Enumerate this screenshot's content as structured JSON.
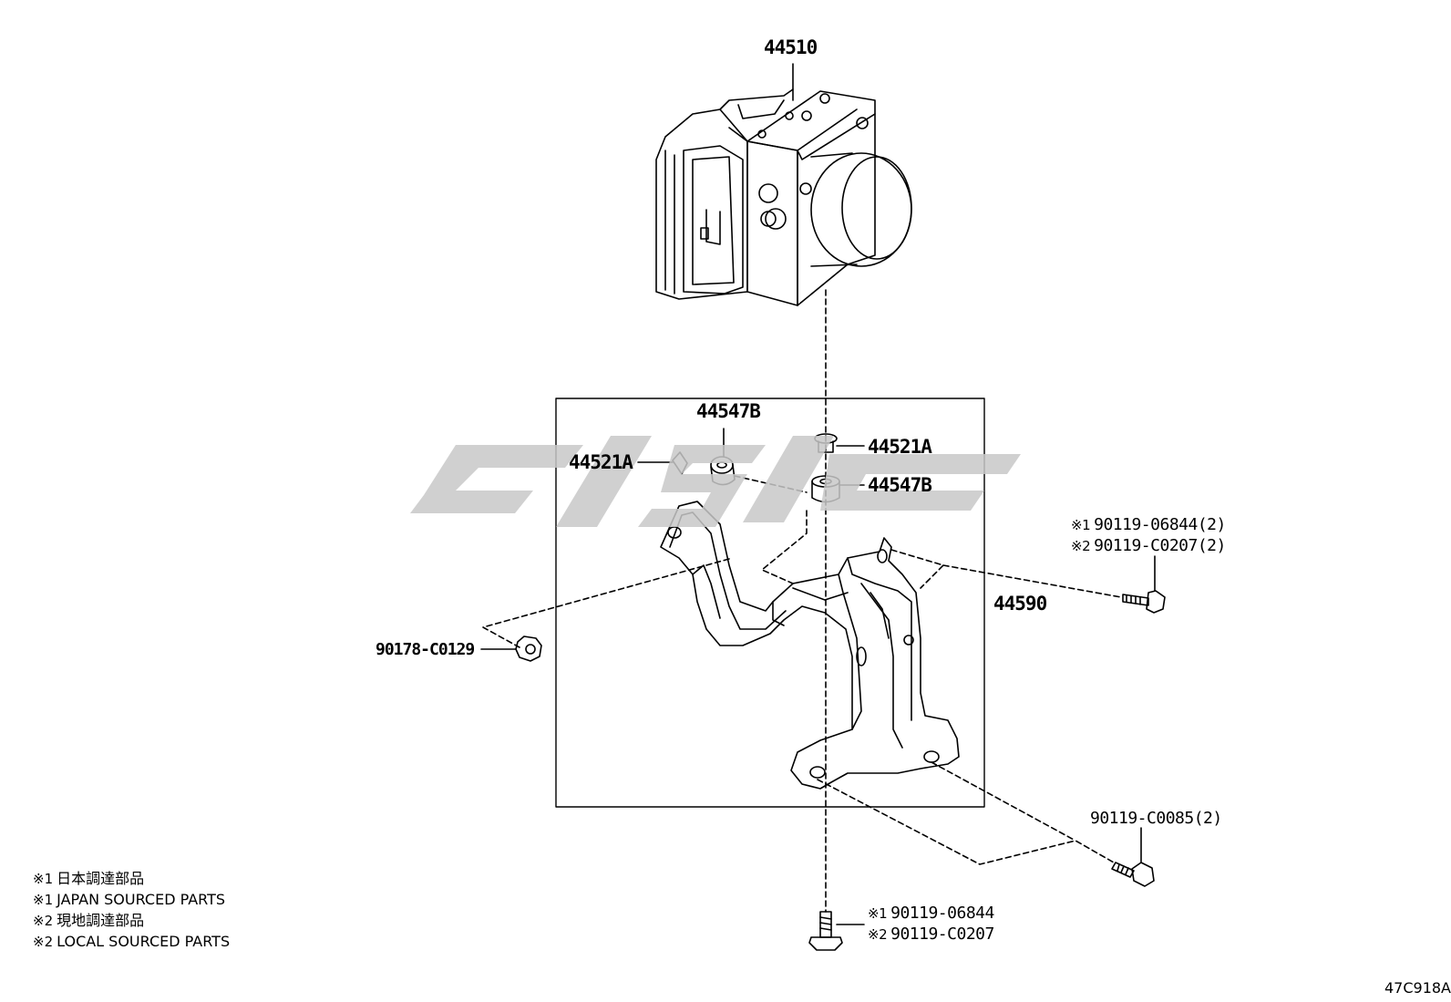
{
  "diagram": {
    "callouts": {
      "abs_actuator": "44510",
      "grommet_left": "44547B",
      "collar_left": "44521A",
      "collar_right": "44521A",
      "grommet_right": "44547B",
      "bracket": "44590",
      "nut_left": "90178-C0129",
      "bolt_right_line1_mark": "※1",
      "bolt_right_line1": "90119-06844(2)",
      "bolt_right_line2_mark": "※2",
      "bolt_right_line2": "90119-C0207(2)",
      "bolt_bottom_right": "90119-C0085(2)",
      "bolt_bottom_line1_mark": "※1",
      "bolt_bottom_line1": "90119-06844",
      "bolt_bottom_line2_mark": "※2",
      "bolt_bottom_line2": "90119-C0207"
    },
    "notes": [
      {
        "mark": "※1",
        "text": "日本調達部品"
      },
      {
        "mark": "※1",
        "text": "JAPAN SOURCED PARTS"
      },
      {
        "mark": "※2",
        "text": "現地調達部品"
      },
      {
        "mark": "※2",
        "text": "LOCAL SOURCED PARTS"
      }
    ],
    "figure_code": "47C918A",
    "watermark_color": "#c8c8c8"
  }
}
